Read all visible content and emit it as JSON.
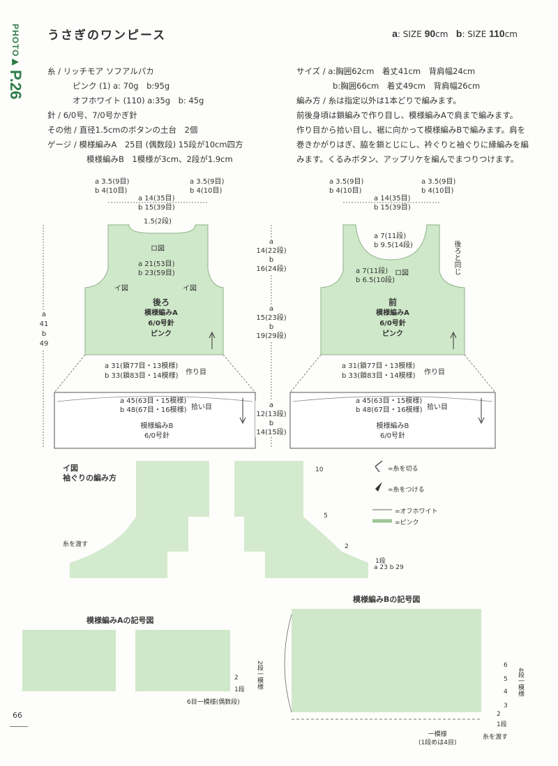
{
  "side_label": {
    "photo": "PHOTO",
    "arrow": "▶",
    "page": "P.26"
  },
  "title": "うさぎのワンピース",
  "size_note": {
    "a_prefix": "a",
    "a_size_label": ": SIZE",
    "a_value": "90",
    "a_unit": "cm",
    "b_prefix": "b",
    "b_size_label": ": SIZE",
    "b_value": "110",
    "b_unit": "cm"
  },
  "materials": {
    "yarn_label": "糸 /",
    "yarn_name": "リッチモア ソフアルパカ",
    "pink": "ピンク (1) a: 70g　b:95g",
    "white": "オフホワイト (110) a:35g　b: 45g",
    "needle_label": "針 /",
    "needle": "6/0号、7/0号かぎ針",
    "other_label": "その他 /",
    "other": "直径1.5cmのボタンの土台　2個",
    "gauge_label": "ゲージ /",
    "gauge_a": "模様編みA　25目 (偶数段) 15段が10cm四方",
    "gauge_b": "模様編みB　1模様が3cm、2段が1.9cm"
  },
  "sizes": {
    "label": "サイズ /",
    "a": "a:胸囲62cm　着丈41cm　背肩幅24cm",
    "b": "b:胸囲66cm　着丈49cm　背肩幅26cm"
  },
  "method": {
    "label": "編み方 /",
    "lines": [
      "糸は指定以外は1本どりで編みます。",
      "前後身頃は鎖編みで作り目し、模様編みAで肩まで編みます。",
      "作り目から拾い目し、裾に向かって模様編みBで編みます。肩を",
      "巻きかがりはぎ、脇を鎖とじにし、衿ぐりと袖ぐりに縁編みを編",
      "みます。くるみボタン、アップリケを編んでまつりつけます。"
    ]
  },
  "back": {
    "shoulder_left": [
      "a 3.5(9目)",
      "b 4(10目)"
    ],
    "shoulder_right": [
      "a 3.5(9目)",
      "b 4(10目)"
    ],
    "neck_width": [
      "a 14(35目)",
      "b 15(39目)"
    ],
    "neck_depth": "1.5(2段)",
    "ro_fig": "ロ図",
    "chest": [
      "a 21(53目)",
      "b 23(59目)"
    ],
    "i_fig_l": "イ図",
    "i_fig_r": "イ図",
    "name": "後ろ",
    "pattern": "模様編みA",
    "needle": "6/0号針",
    "color": "ピンク",
    "hem": [
      "a 31(鎖77目・13模様)",
      "b 33(鎖83目・14模様)"
    ],
    "cast_on": "作り目",
    "total_length": [
      "a",
      "41",
      "b",
      "49"
    ]
  },
  "middle_dims": {
    "upper": [
      "14(22段)",
      "b",
      "16(24段)"
    ],
    "upper_a": "a",
    "lower": [
      "a",
      "15(23段)",
      "b",
      "19(29段)"
    ],
    "skirt": [
      "a",
      "12(13段)",
      "b",
      "14(15段)"
    ]
  },
  "front": {
    "shoulder_left": [
      "a 3.5(9目)",
      "b 4(10目)"
    ],
    "shoulder_right": [
      "a 3.5(9目)",
      "b 4(10目)"
    ],
    "neck_width": [
      "a 14(35目)",
      "b 15(39目)"
    ],
    "neck_depth": [
      "a 7(11段)",
      "b 9.5(14段)"
    ],
    "armhole": [
      "a 7(11段)",
      "b 6.5(10段)"
    ],
    "ro_fig": "ロ図",
    "same_as_back": "後ろと同じ",
    "name": "前",
    "pattern": "模様編みA",
    "needle": "6/0号針",
    "color": "ピンク",
    "hem": [
      "a 31(鎖77目・13模様)",
      "b 33(鎖83目・14模様)"
    ],
    "cast_on": "作り目"
  },
  "skirt_back": {
    "pickup": [
      "a 45(63目・15模様)",
      "b 48(67目・16模様)"
    ],
    "pickup_label": "拾い目",
    "pattern": "模様編みB",
    "needle": "6/0号針"
  },
  "skirt_front": {
    "pickup": [
      "a 45(63目・15模様)",
      "b 48(67目・16模様)"
    ],
    "pickup_label": "拾い目",
    "pattern": "模様編みB",
    "needle": "6/0号針"
  },
  "armhole_chart": {
    "title_1": "イ図",
    "title_2": "袖ぐりの編み方",
    "yarn_pass": "糸を渡す",
    "row_10": "10",
    "row_5": "5",
    "row_2": "2",
    "row_1": "1段",
    "stitch_count": "a 23 b 29"
  },
  "legend": {
    "cut": "=糸を切る",
    "attach": "=糸をつける",
    "white": "=オフホワイト",
    "pink": "=ピンク"
  },
  "chart_a": {
    "title": "模様編みAの記号図",
    "row_2": "2",
    "row_1": "1段",
    "repeat_rows": "2段一模様",
    "repeat_sts": "6目一模様(偶数段)"
  },
  "chart_b": {
    "title": "模様編みBの記号図",
    "rows": [
      "6",
      "5",
      "4",
      "3",
      "2",
      "1段"
    ],
    "repeat_rows": "4段一模様",
    "repeat": "一模様",
    "repeat_note": "(1段めは4目)",
    "yarn_pass": "糸を渡す"
  },
  "page_number": "66",
  "colors": {
    "pink_fill": "#cfe8c9",
    "accent_green": "#2f7d4a",
    "line": "#8fb088"
  }
}
